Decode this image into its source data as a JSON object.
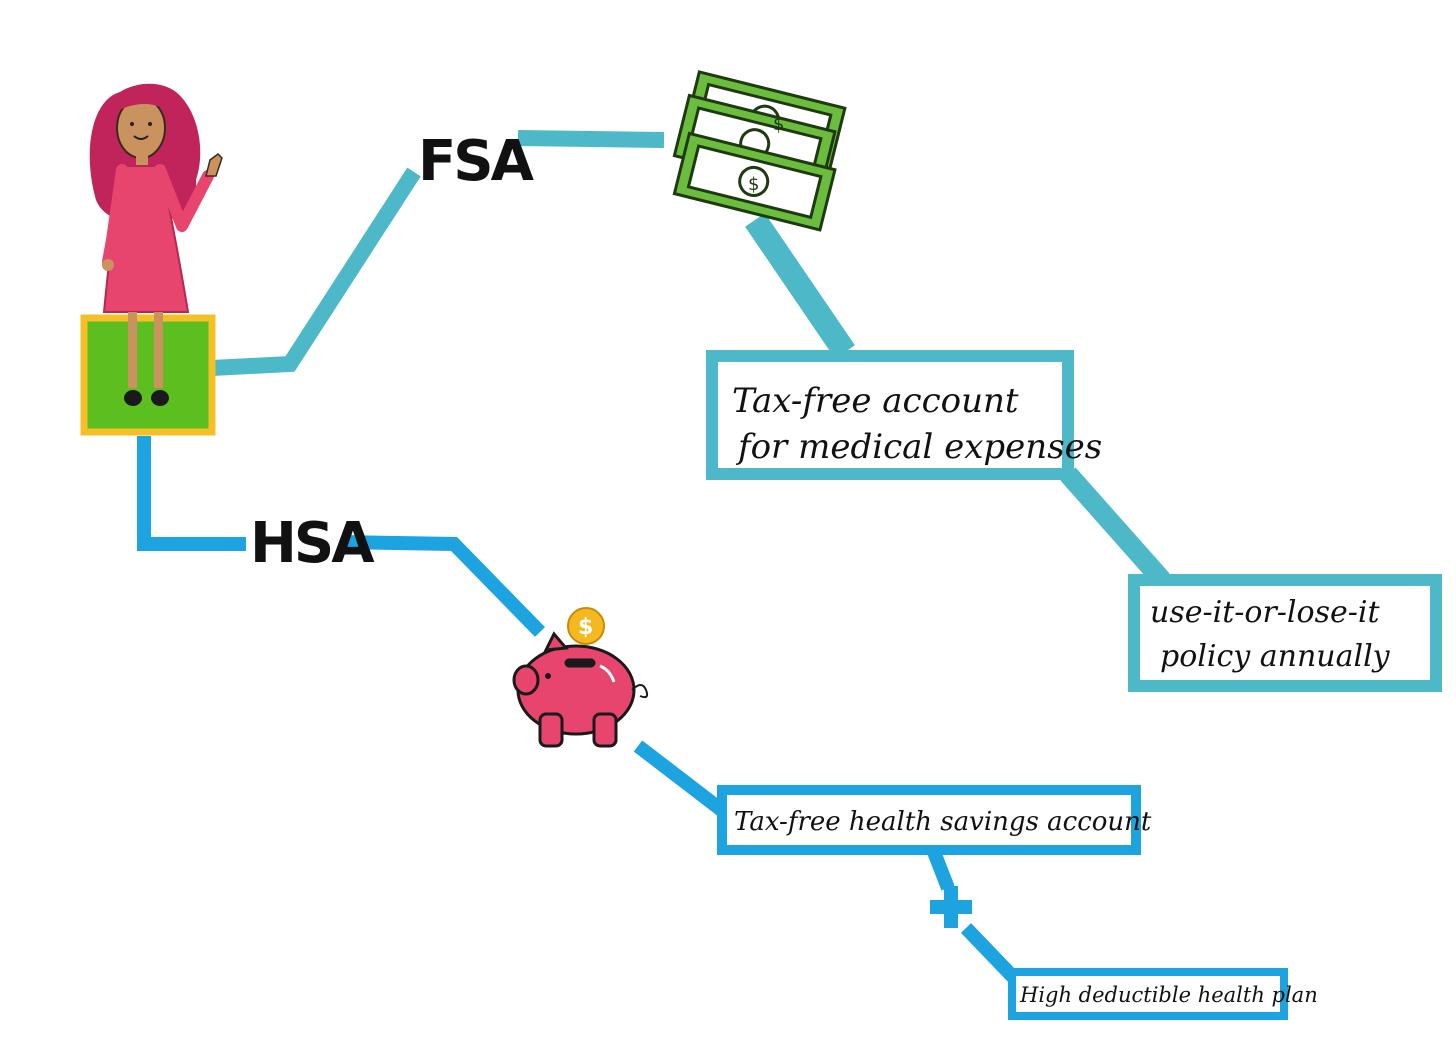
{
  "labels": {
    "fsa": "FSA",
    "hsa": "HSA",
    "plus": "+"
  },
  "boxes": {
    "fsa_line1": "Tax-free account",
    "fsa_line2": "for medical expenses",
    "policy_line1": "use-it-or-lose-it",
    "policy_line2": "policy annually",
    "hsa_desc": "Tax-free  health savings account",
    "hdhp": "High deductible health plan"
  },
  "icons": {
    "person": "woman-icon",
    "money": "cash-bills-icon",
    "piggy": "piggy-bank-icon",
    "coin": "dollar-coin-icon"
  },
  "colors": {
    "fsa_line": "#4db8c8",
    "hsa_line": "#1ca3e0",
    "dress": "#e8456e",
    "hair": "#c0245a",
    "skin": "#c9925e",
    "pedestal_fill": "#5cbf1f",
    "pedestal_border": "#f5c027",
    "money_green": "#6bbd3d",
    "piggy_pink": "#e8456e",
    "coin_gold": "#f5b91f"
  }
}
